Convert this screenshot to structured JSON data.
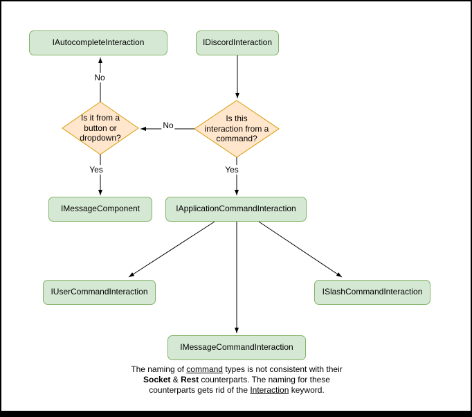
{
  "colors": {
    "background": "#ffffff",
    "node_fill": "#d5e8d4",
    "node_border": "#82b366",
    "decision_fill": "#ffe6cc",
    "decision_border": "#d79b00",
    "edge": "#000000"
  },
  "nodes": {
    "autocomplete_interaction": {
      "label": "IAutocompleteInteraction"
    },
    "discord_interaction": {
      "label": "IDiscordInteraction"
    },
    "message_component": {
      "label": "IMessageComponent"
    },
    "application_command_interaction": {
      "label": "IApplicationCommandInteraction"
    },
    "user_command_interaction": {
      "label": "IUserCommandInteraction"
    },
    "slash_command_interaction": {
      "label": "ISlashCommandInteraction"
    },
    "message_command_interaction": {
      "label": "IMessageCommandInteraction"
    }
  },
  "decisions": {
    "button_or_dropdown": {
      "label": "Is it from a\nbutton or\ndropdown?"
    },
    "from_command": {
      "label": "Is this\ninteraction from a\ncommand?"
    }
  },
  "edge_labels": {
    "no_to_autocomplete": "No",
    "no_to_button_dropdown": "No",
    "yes_to_message_component": "Yes",
    "yes_to_application_command": "Yes"
  },
  "note": {
    "l1a": "The naming of ",
    "l1b": "command",
    "l1c": " types is not consistent with their",
    "l2a": "Socket",
    "l2b": " & ",
    "l2c": "Rest",
    "l2d": " counterparts. The naming for these",
    "l3a": "counterparts gets rid of the ",
    "l3b": "Interaction",
    "l3c": " keyword."
  }
}
